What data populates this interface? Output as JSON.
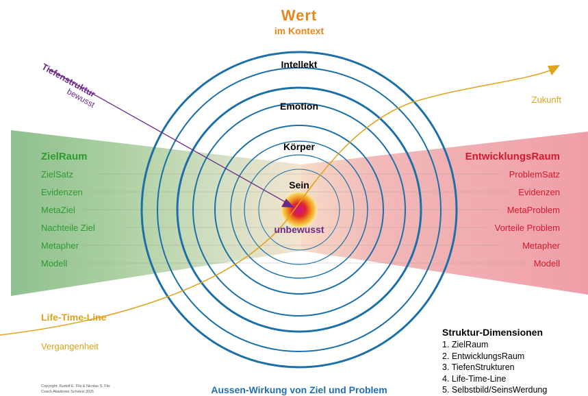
{
  "title": {
    "main": "Wert",
    "sub": "im Kontext"
  },
  "rings": [
    "Intellekt",
    "Emotion",
    "Körper",
    "Sein"
  ],
  "center_label": "unbewusst",
  "tiefenstruktur": {
    "label": "Tiefenstruktur",
    "sub": "bewusst"
  },
  "zukunft": "Zukunft",
  "ziel_raum": {
    "title": "ZielRaum",
    "items": [
      "ZielSatz",
      "Evidenzen",
      "MetaZiel",
      "Nachteile Ziel",
      "Metapher",
      "Modell"
    ]
  },
  "entwicklungs_raum": {
    "title": "EntwicklungsRaum",
    "items": [
      "ProblemSatz",
      "Evidenzen",
      "MetaProblem",
      "Vorteile Problem",
      "Metapher",
      "Modell"
    ]
  },
  "life_time_line": "Life-Time-Line",
  "vergangenheit": "Vergangenheit",
  "footer": "Aussen-Wirkung von Ziel und Problem",
  "copyright": [
    "Copyright: Rudolf E. Filz & Nicolas S. Filz",
    "Coach Akademie Schweiz 2021"
  ],
  "struktur": {
    "title": "Struktur-Dimensionen",
    "items": [
      "1. ZielRaum",
      "2. EntwicklungsRaum",
      "3. TiefenStrukturen",
      "4. Life-Time-Line",
      "5. Selbstbild/SeinsWerdung"
    ]
  },
  "colors": {
    "orange": "#e8861c",
    "green": "#2e9a2e",
    "red": "#d5182b",
    "blue": "#1a6fa8",
    "purple": "#6b2a8a",
    "gold": "#e0a21a",
    "footer_blue": "#1f6fb0"
  }
}
